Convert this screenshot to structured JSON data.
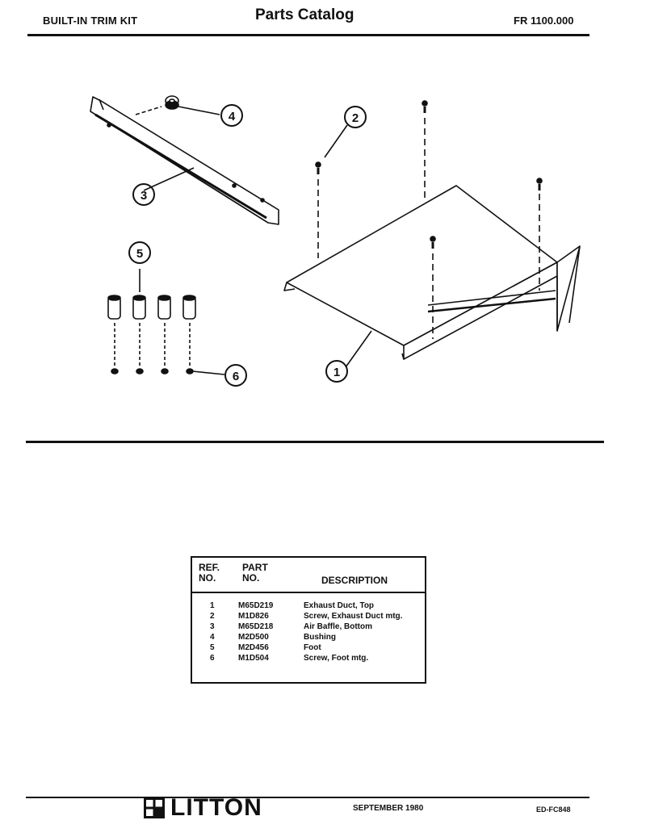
{
  "header": {
    "left": "BUILT-IN TRIM KIT",
    "center": "Parts Catalog",
    "right": "FR 1100.000"
  },
  "callouts": [
    "1",
    "2",
    "3",
    "4",
    "5",
    "6"
  ],
  "parts_table": {
    "headers": {
      "ref": "REF. NO.",
      "part": "PART NO.",
      "description": "DESCRIPTION"
    },
    "rows": [
      {
        "ref": "1",
        "part": "M65D219",
        "description": "Exhaust Duct, Top"
      },
      {
        "ref": "2",
        "part": "M1D826",
        "description": "Screw, Exhaust Duct mtg."
      },
      {
        "ref": "3",
        "part": "M65D218",
        "description": "Air Baffle, Bottom"
      },
      {
        "ref": "4",
        "part": "M2D500",
        "description": "Bushing"
      },
      {
        "ref": "5",
        "part": "M2D456",
        "description": "Foot"
      },
      {
        "ref": "6",
        "part": "M1D504",
        "description": "Screw, Foot mtg."
      }
    ]
  },
  "footer": {
    "logo_text": "LITTON",
    "logo_icon": "litton-logo-icon",
    "date": "SEPTEMBER 1980",
    "code": "ED-FC848"
  }
}
